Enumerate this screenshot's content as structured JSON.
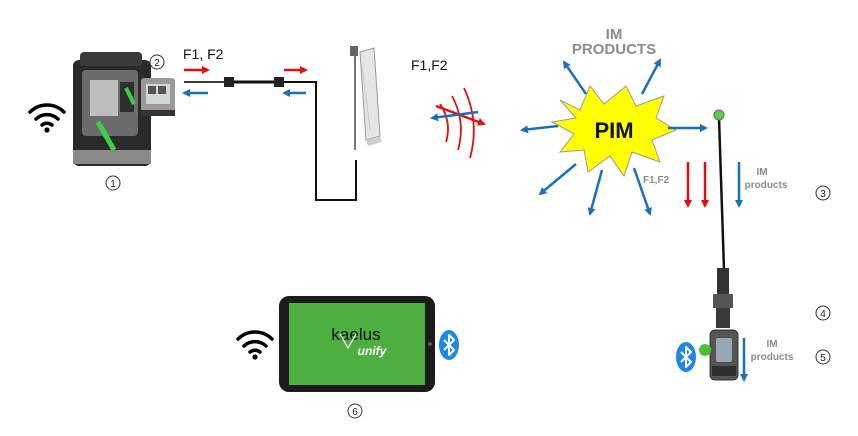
{
  "labels": {
    "f1f2_left": "F1, F2",
    "f1f2_antenna": "F1,F2",
    "im_products_top_line1": "IM",
    "im_products_top_line2": "PRODUCTS",
    "pim": "PIM",
    "f1f2_small": "F1,F2",
    "im_products_mid_line1": "IM",
    "im_products_mid_line2": "products",
    "im_products_low_line1": "IM",
    "im_products_low_line2": "products",
    "tablet_brand_line1": "kaelus",
    "tablet_brand_line2": "unify"
  },
  "callouts": {
    "n1": "1",
    "n2": "2",
    "n3": "3",
    "n4": "4",
    "n5": "5",
    "n6": "6"
  },
  "colors": {
    "red_arrow": "#e01010",
    "blue_arrow": "#1f6fb8",
    "pim_burst": "#ffff00",
    "tablet_screen": "#4caf3f",
    "bluetooth": "#1e88e5",
    "grey_text": "#8c8c8c",
    "cable": "#111111"
  },
  "icons": [
    "wifi-icon",
    "bluetooth-icon"
  ]
}
